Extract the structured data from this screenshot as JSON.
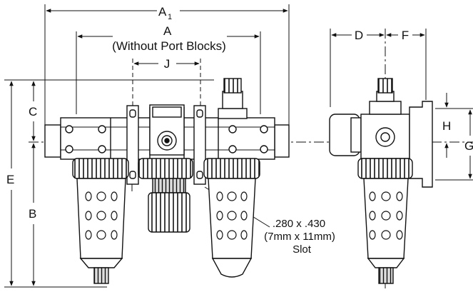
{
  "dimensions": {
    "A1": {
      "main": "A",
      "sub": "1"
    },
    "A": "A",
    "A_note": "(Without Port Blocks)",
    "J": "J",
    "C": "C",
    "E": "E",
    "B": "B",
    "D": "D",
    "F": "F",
    "H": "H",
    "G": "G"
  },
  "slot_callout": {
    "line1": ".280 x .430",
    "line2": "(7mm x 11mm)",
    "line3": "Slot"
  }
}
